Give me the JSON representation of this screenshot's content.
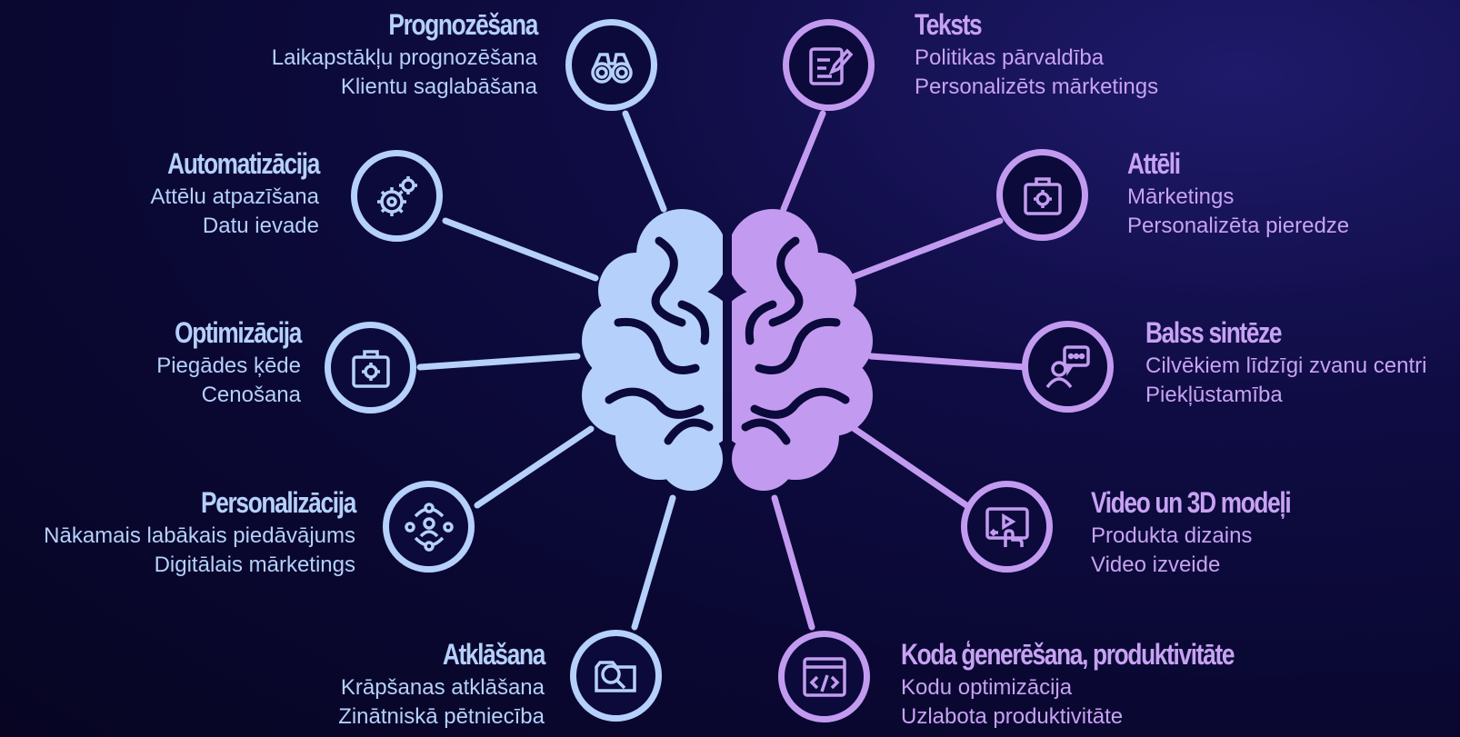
{
  "colors": {
    "left": "#b5d0fb",
    "right": "#c29bf0",
    "background": "#0a0833"
  },
  "left": [
    {
      "title": "Prognozēšana",
      "items": [
        "Laikapstākļu prognozēšana",
        "Klientu saglabāšana"
      ],
      "icon": "binoculars-icon"
    },
    {
      "title": "Automatizācija",
      "items": [
        "Attēlu atpazīšana",
        "Datu ievade"
      ],
      "icon": "gears-icon"
    },
    {
      "title": "Optimizācija",
      "items": [
        "Piegādes ķēde",
        "Cenošana"
      ],
      "icon": "toolbox-gear-icon"
    },
    {
      "title": "Personalizācija",
      "items": [
        "Nākamais labākais piedāvājums",
        "Digitālais mārketings"
      ],
      "icon": "people-network-icon"
    },
    {
      "title": "Atklāšana",
      "items": [
        "Krāpšanas atklāšana",
        "Zinātniskā pētniecība"
      ],
      "icon": "folder-search-icon"
    }
  ],
  "right": [
    {
      "title": "Teksts",
      "items": [
        "Politikas pārvaldība",
        "Personalizēts mārketings"
      ],
      "icon": "document-edit-icon"
    },
    {
      "title": "Attēli",
      "items": [
        "Mārketings",
        "Personalizēta pieredze"
      ],
      "icon": "toolbox-gear-icon"
    },
    {
      "title": "Balss sintēze",
      "items": [
        "Cilvēkiem līdzīgi zvanu centri",
        "Piekļūstamība"
      ],
      "icon": "person-speech-icon"
    },
    {
      "title": "Video un 3D modeļi",
      "items": [
        "Produkta dizains",
        "Video izveide"
      ],
      "icon": "video-touch-icon"
    },
    {
      "title": "Koda ģenerēšana, produktivitāte",
      "items": [
        "Kodu optimizācija",
        "Uzlabota produktivitāte"
      ],
      "icon": "code-window-icon"
    }
  ]
}
